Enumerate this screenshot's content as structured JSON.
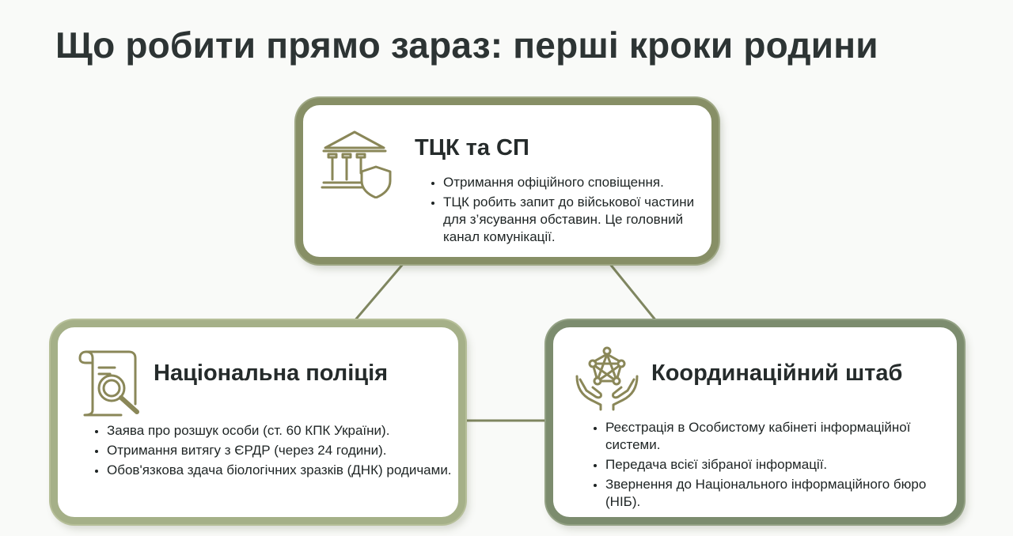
{
  "title": "Що робити прямо зараз: перші кроки родини",
  "colors": {
    "frame_top": "#878f66",
    "frame_left": "#a5b088",
    "frame_right": "#7c8c6e",
    "connector": "#7f8660",
    "icon": "#8a8758"
  },
  "nodes": {
    "tck": {
      "title": "ТЦК та СП",
      "icon": "government-building-shield-icon",
      "items": [
        "Отримання офіційного сповіщення.",
        "ТЦК робить запит до військової частини для з’ясування обставин. Це головний канал комунікації."
      ]
    },
    "police": {
      "title": "Національна поліція",
      "icon": "document-magnifier-icon",
      "items": [
        "Заява про розшук особи (ст. 60 КПК України).",
        "Отримання витягу з ЄРДР (через 24 години).",
        "Обов'язкова здача біологічних зразків (ДНК) родичами."
      ]
    },
    "hq": {
      "title": "Координаційний штаб",
      "icon": "hands-network-icon",
      "items": [
        "Реєстрація в Особистому кабінеті інформаційної системи.",
        "Передача всієї зібраної інформації.",
        "Звернення до Національного інформаційного бюро (НІБ)."
      ]
    }
  }
}
